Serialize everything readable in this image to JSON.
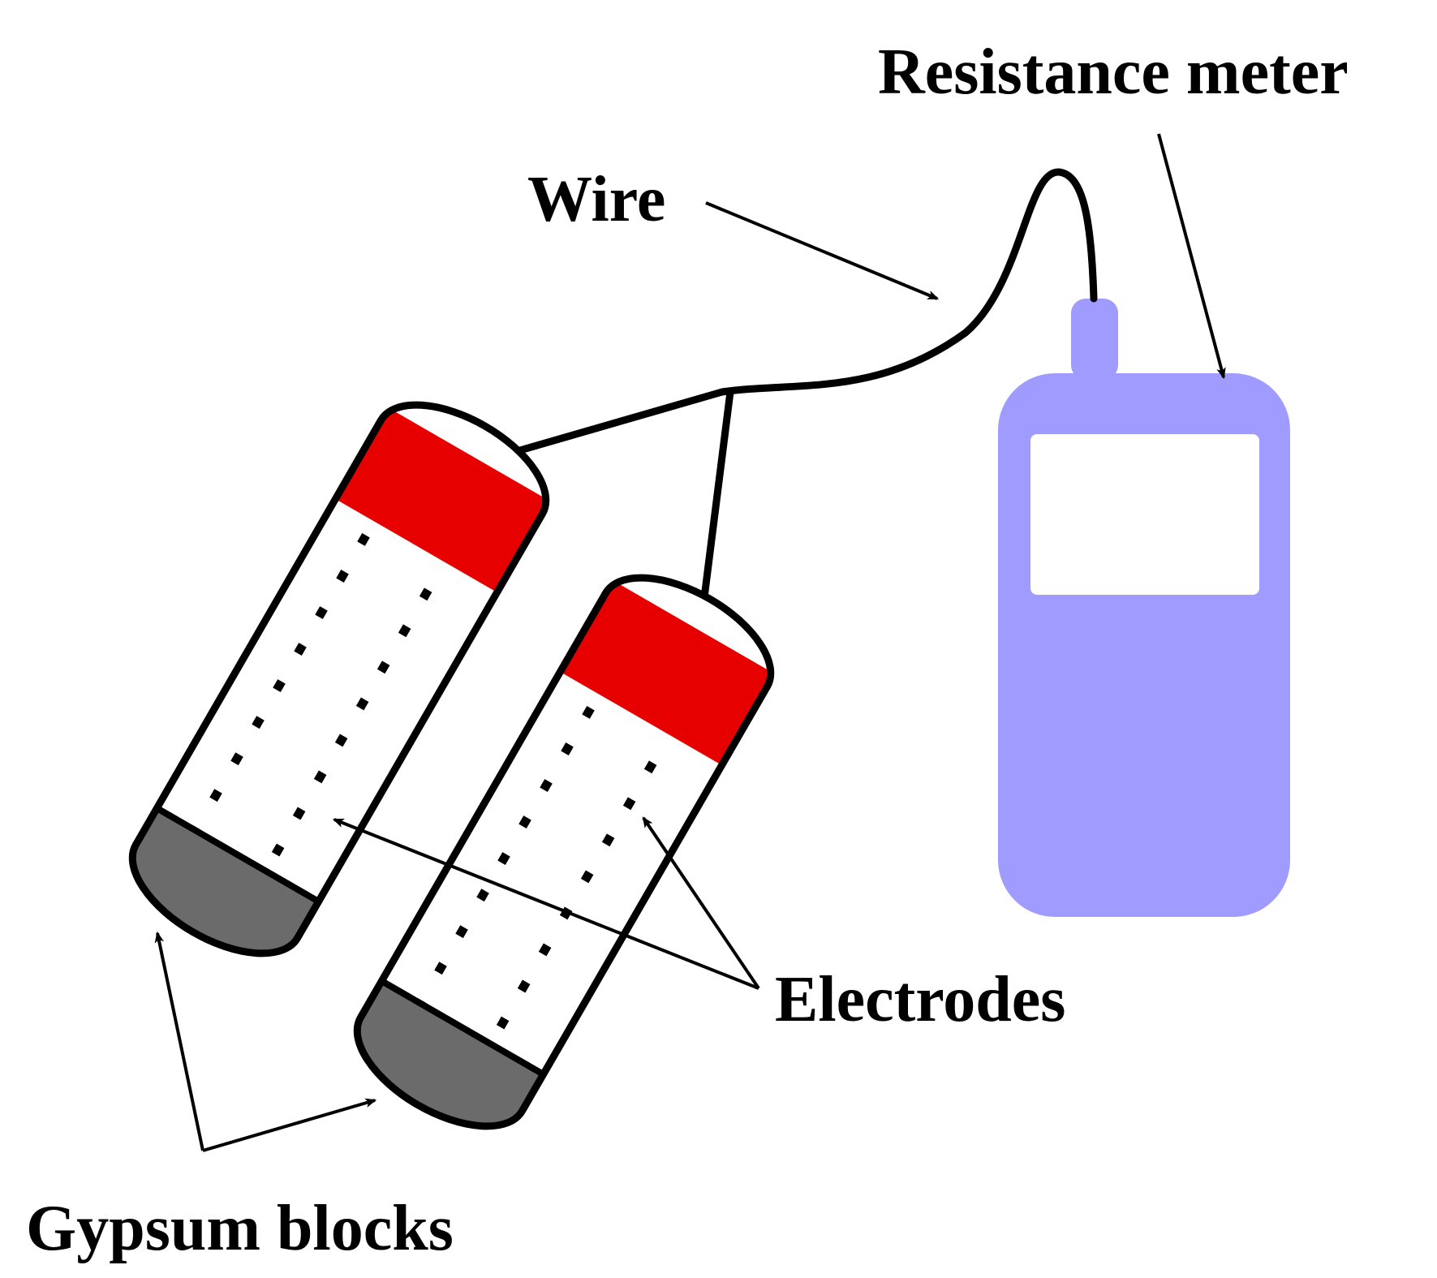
{
  "labels": {
    "resistance_meter": "Resistance meter",
    "wire": "Wire",
    "electrodes": "Electrodes",
    "gypsum_blocks": "Gypsum blocks"
  },
  "colors": {
    "band": "#e60000",
    "cap": "#6b6b6b",
    "meter": "#a09cff",
    "screen": "#ffffff",
    "outline": "#000000"
  }
}
